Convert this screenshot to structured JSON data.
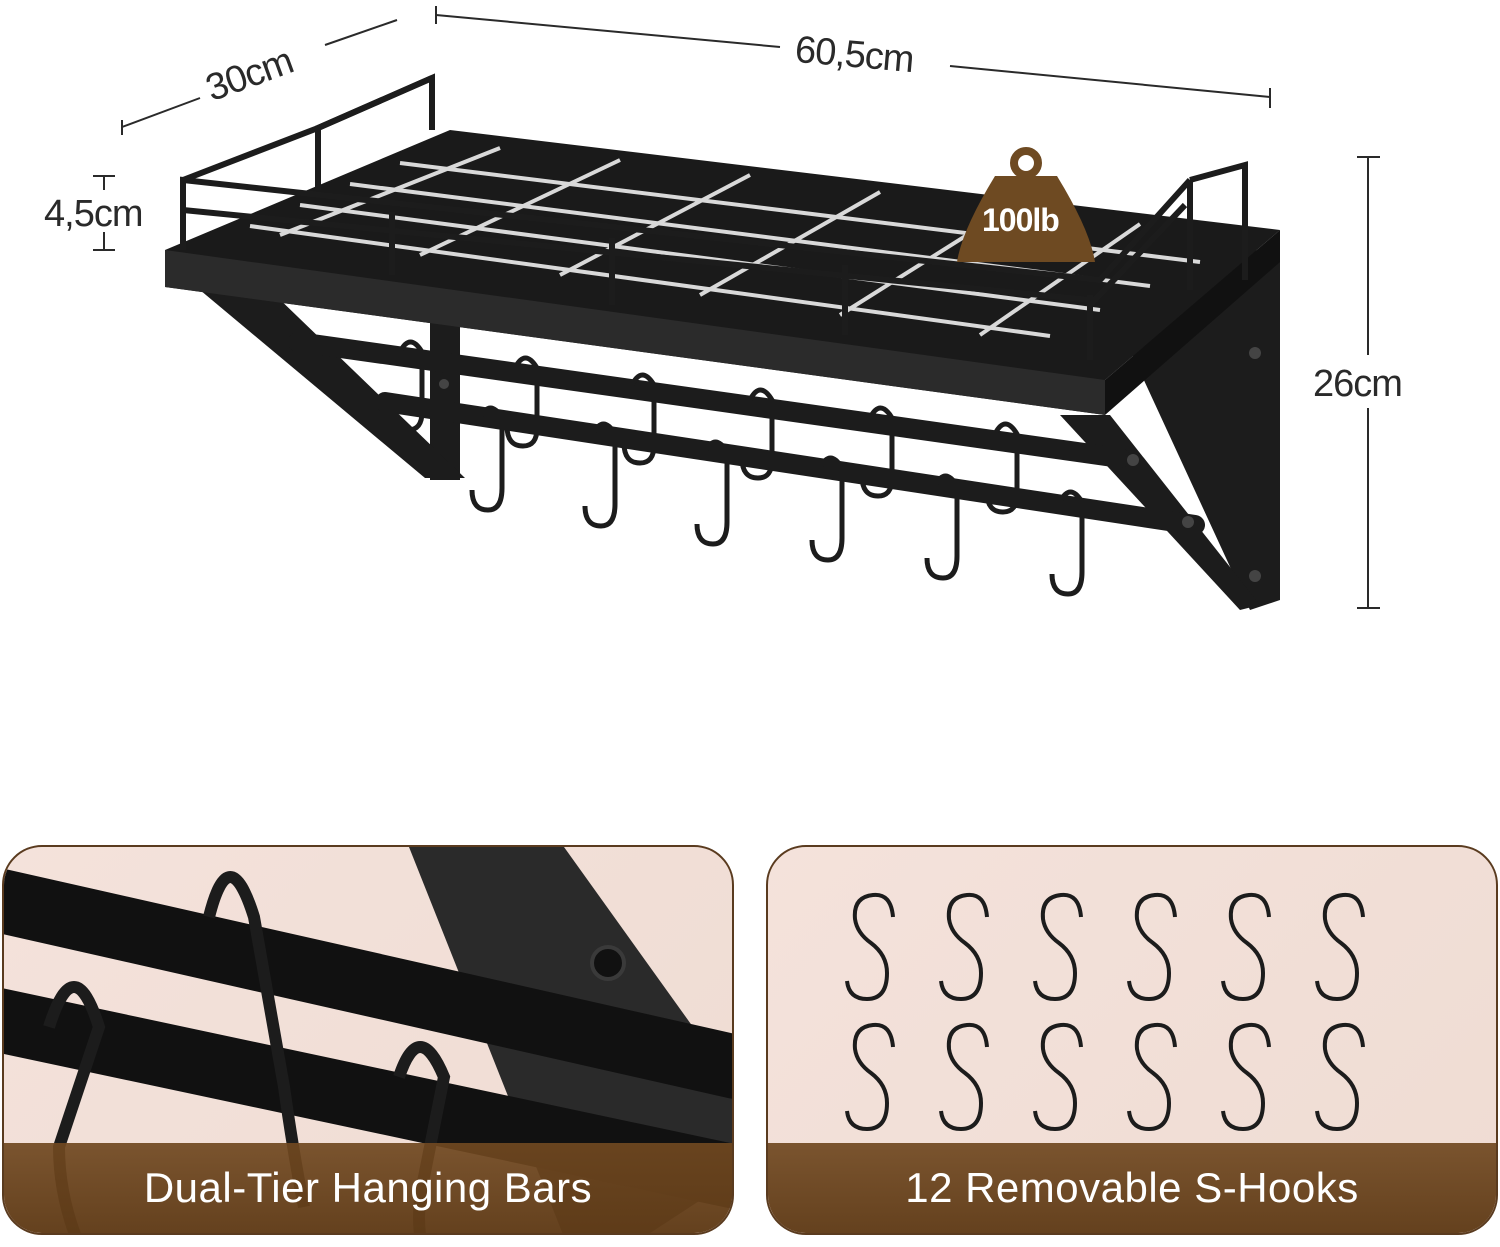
{
  "dimensions": {
    "depth": "30cm",
    "width": "60,5cm",
    "rail_height": "4,5cm",
    "total_height": "26cm"
  },
  "load_badge": {
    "label": "100lb",
    "color": "#6e4a22"
  },
  "panels": [
    {
      "caption": "Dual-Tier Hanging Bars"
    },
    {
      "caption": "12 Removable S-Hooks",
      "hook_count": 12
    }
  ],
  "colors": {
    "metal": "#1c1c1c",
    "panel_bg": "#f2e0d8",
    "panel_border": "#5a3b1f",
    "caption_bar": "#6b4521",
    "caption_text": "#ffffff"
  }
}
